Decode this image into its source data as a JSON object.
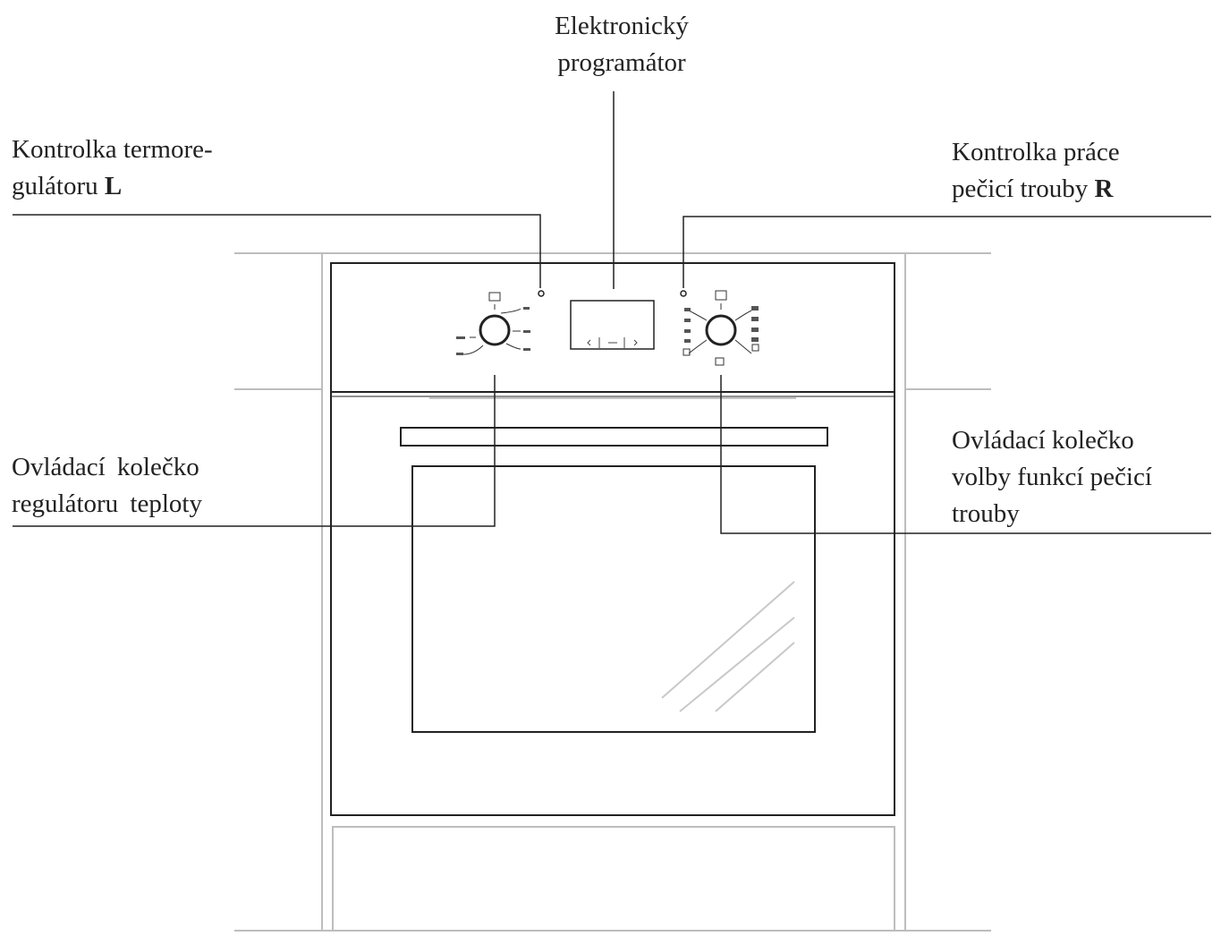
{
  "diagram": {
    "callouts": [
      {
        "id": "programmer",
        "lines": [
          "Elektronický",
          "programátor"
        ]
      },
      {
        "id": "thermostat_lamp",
        "lines": [
          "Kontrolka termore-",
          "gulátoru"
        ],
        "letter": "L"
      },
      {
        "id": "oven_lamp",
        "lines": [
          "Kontrolka práce",
          "pečicí trouby"
        ],
        "letter": "R"
      },
      {
        "id": "temperature_knob",
        "lines": [
          "Ovládací kolečko",
          "regulátoru teploty"
        ]
      },
      {
        "id": "function_knob",
        "lines": [
          "Ovládací kolečko",
          "volby funkcí pečicí",
          "trouby"
        ]
      }
    ],
    "colors": {
      "line": "#222222",
      "cabinet": "#bdbdbd",
      "glass": "#c8c8c8"
    }
  }
}
